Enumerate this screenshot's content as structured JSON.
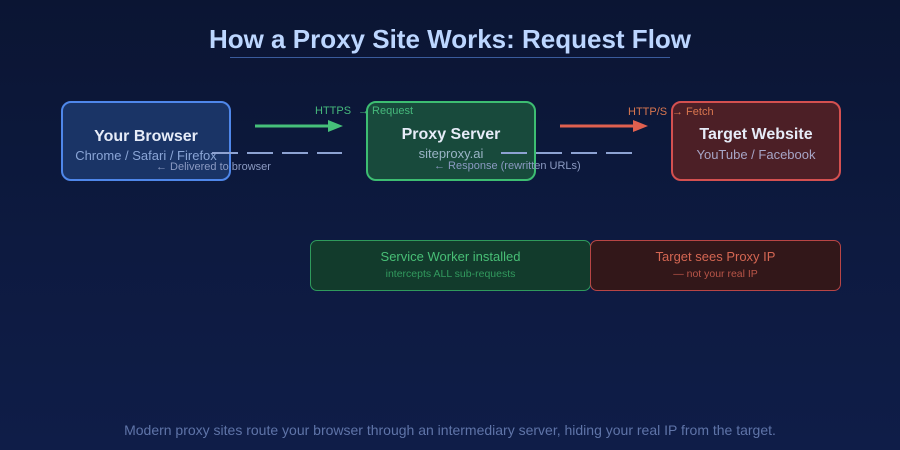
{
  "title": "How a Proxy Site Works: Request Flow",
  "nodes": {
    "browser": {
      "name": "Your Browser",
      "sub": "Chrome / Safari / Firefox",
      "color": "#4f87ea"
    },
    "proxy": {
      "name": "Proxy Server",
      "sub": "siteproxy.ai",
      "color": "#3dbd72"
    },
    "target": {
      "name": "Target Website",
      "sub": "YouTube / Facebook",
      "color": "#d45050"
    }
  },
  "edges": {
    "request": {
      "protocol": "HTTPS",
      "label": "→ Request",
      "color": "#46c07a"
    },
    "fetch": {
      "protocol": "HTTP/S",
      "label": "→ Fetch",
      "color": "#e0604f"
    },
    "response_to_browser": {
      "label": "← Delivered to browser",
      "color": "#8da2d2"
    },
    "response_to_proxy": {
      "label": "← Response (rewritten URLs)",
      "color": "#8da2d2"
    }
  },
  "notes": {
    "service_worker": {
      "title": "Service Worker installed",
      "detail": "intercepts ALL sub-requests"
    },
    "target_ip": {
      "title": "Target sees Proxy IP",
      "detail": "— not your real IP"
    }
  },
  "footer": "Modern proxy sites route your browser through an intermediary server, hiding your real IP from the target."
}
